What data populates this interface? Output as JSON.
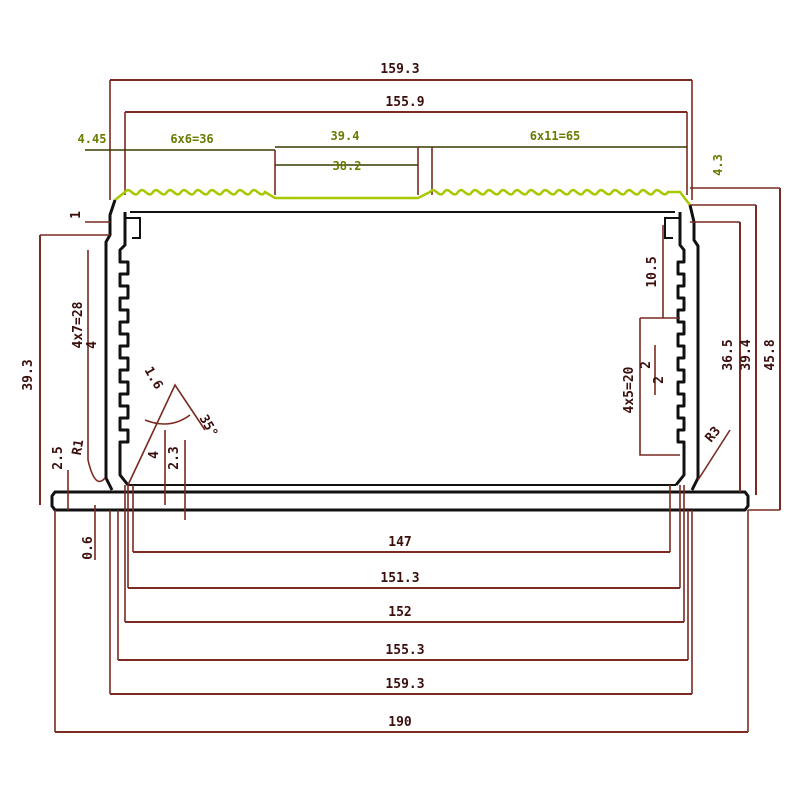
{
  "colors": {
    "dimension_line": "#7a2a22",
    "profile": "#111111",
    "top_highlight": "#a8c800",
    "green_text": "#6b7a00"
  },
  "top_dims": {
    "overall_159_3": "159.3",
    "overall_155_9": "155.9",
    "edge_4_45": "4.45",
    "fins_left": "6x6=36",
    "center_39_4": "39.4",
    "center_38_2": "38.2",
    "fins_right": "6x11=65",
    "right_4_3": "4.3"
  },
  "left_dims": {
    "dim_1": "1",
    "fins_side": "4x7=28",
    "dim_4": "4",
    "height_39_3": "39.3",
    "r1": "R1",
    "dim_2_5": "2.5",
    "dim_0_6": "0.6",
    "dim_1_6": "1.6",
    "dim_4b": "4",
    "dim_2_3": "2.3",
    "angle_35": "35°"
  },
  "right_dims": {
    "dim_10_5": "10.5",
    "fins_side_right": "4x5=20",
    "dim_2a": "2",
    "dim_2b": "2",
    "dim_36_5": "36.5",
    "dim_39_4": "39.4",
    "dim_45_8": "45.8",
    "r3": "R3"
  },
  "bottom_dims": {
    "dim_147": "147",
    "dim_151_3": "151.3",
    "dim_152": "152",
    "dim_155_3": "155.3",
    "dim_159_3": "159.3",
    "dim_190": "190"
  }
}
